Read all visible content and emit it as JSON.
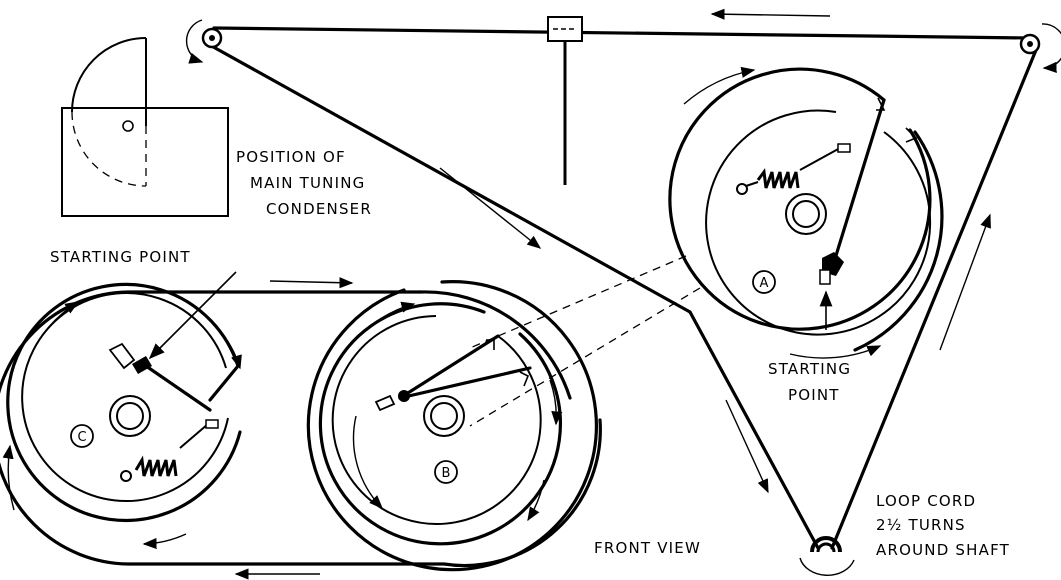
{
  "labels": {
    "position_line1": "POSITION OF",
    "position_line2": "MAIN TUNING",
    "position_line3": "CONDENSER",
    "starting_point_left": "STARTING POINT",
    "starting_point_right_line1": "STARTING",
    "starting_point_right_line2": "POINT",
    "loop_line1": "LOOP CORD",
    "loop_line2": "2½ TURNS",
    "loop_line3": "AROUND SHAFT",
    "front_view": "FRONT VIEW"
  },
  "drums": {
    "a": "A",
    "b": "B",
    "c": "C"
  }
}
